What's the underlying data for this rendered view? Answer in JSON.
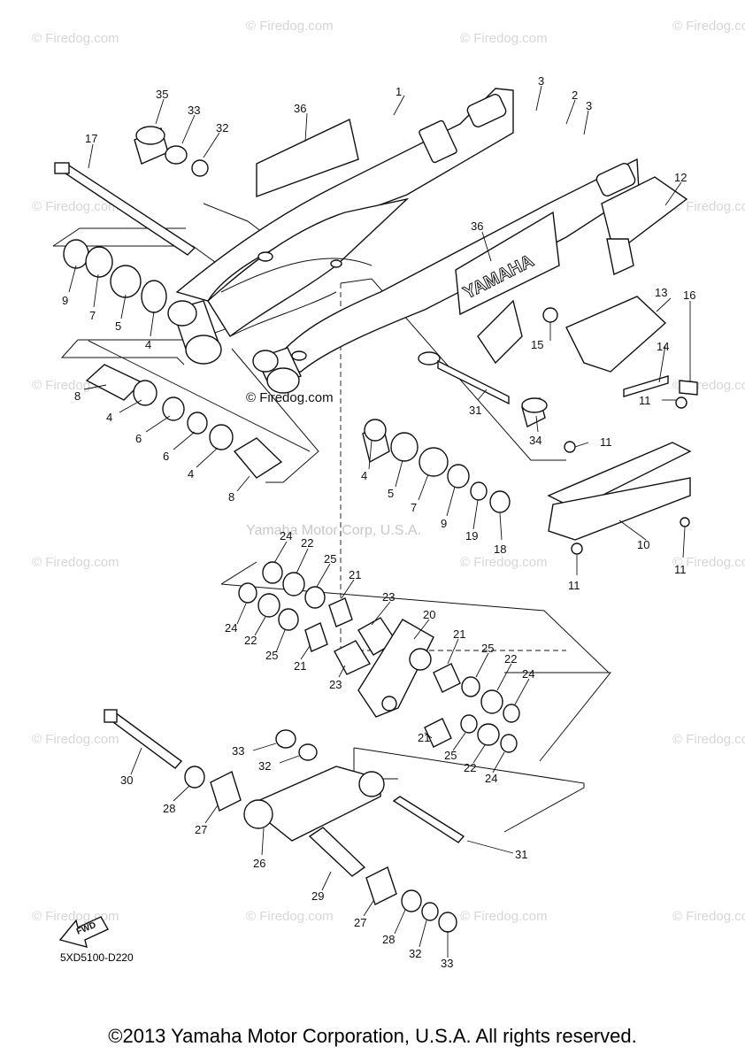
{
  "watermark": "© Firedog.com",
  "center_watermark": "Yamaha Motor Corp, U.S.A.",
  "firedog_mark": "© Firedog.com",
  "diagram_code": "5XD5100-D220",
  "fwd_label": "FWD",
  "decal_text": "YAMAHA",
  "copyright": "©2013 Yamaha Motor Corporation, U.S.A. All rights reserved.",
  "labels": {
    "l1": "1",
    "l2": "2",
    "l3a": "3",
    "l3b": "3",
    "l4a": "4",
    "l4b": "4",
    "l4c": "4",
    "l4d": "4",
    "l5a": "5",
    "l5b": "5",
    "l6a": "6",
    "l6b": "6",
    "l7a": "7",
    "l7b": "7",
    "l8a": "8",
    "l8b": "8",
    "l9a": "9",
    "l9b": "9",
    "l10": "10",
    "l11a": "11",
    "l11b": "11",
    "l11c": "11",
    "l11d": "11",
    "l12": "12",
    "l13": "13",
    "l14": "14",
    "l15": "15",
    "l16": "16",
    "l17": "17",
    "l18": "18",
    "l19": "19",
    "l20": "20",
    "l21a": "21",
    "l21b": "21",
    "l21c": "21",
    "l21d": "21",
    "l22a": "22",
    "l22b": "22",
    "l22c": "22",
    "l22d": "22",
    "l23a": "23",
    "l23b": "23",
    "l24a": "24",
    "l24b": "24",
    "l24c": "24",
    "l24d": "24",
    "l25a": "25",
    "l25b": "25",
    "l25c": "25",
    "l25d": "25",
    "l26": "26",
    "l27a": "27",
    "l27b": "27",
    "l28a": "28",
    "l28b": "28",
    "l29": "29",
    "l30": "30",
    "l31a": "31",
    "l31b": "31",
    "l32a": "32",
    "l32b": "32",
    "l32c": "32",
    "l33a": "33",
    "l33b": "33",
    "l33c": "33",
    "l34": "34",
    "l35": "35",
    "l36a": "36",
    "l36b": "36"
  }
}
